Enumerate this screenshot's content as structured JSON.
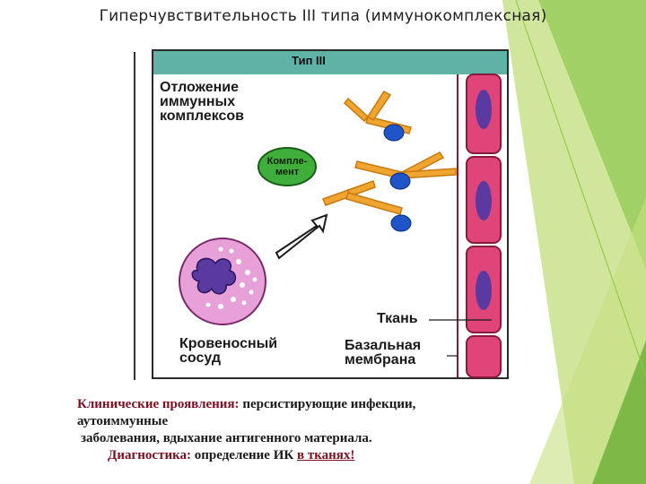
{
  "slide": {
    "title": "Гиперчувствительность  III  типа (иммунокомплексная)"
  },
  "figure": {
    "header": "Тип III",
    "label_deposition": [
      "Отложение",
      "иммунных",
      "комплексов"
    ],
    "label_complement": [
      "Компле-",
      "мент"
    ],
    "label_tissue": "Ткань",
    "label_vessel": [
      "Кровеносный",
      "сосуд"
    ],
    "label_membrane": [
      "Базальная",
      "мембрана"
    ]
  },
  "caption": {
    "clinical_label": "Клинические проявления:",
    "clinical_line1": "персистирующие инфекции,",
    "clinical_line2": "аутоиммунные",
    "clinical_line3": "заболевания, вдыхание антигенного материала.",
    "diag_label": "Диагностика:",
    "diag_text": "определение ИК",
    "diag_emph": "в тканях!"
  },
  "colors": {
    "header_bar": "#5fb3a6",
    "antibody": "#f0a530",
    "antigen": "#1f55c8",
    "complement": "#3fae3a",
    "cell_fill": "#e0457a",
    "nucleus": "#5a3aa0",
    "blood_cell": "#e8a0d8",
    "accent_green": "#8cc63f"
  }
}
